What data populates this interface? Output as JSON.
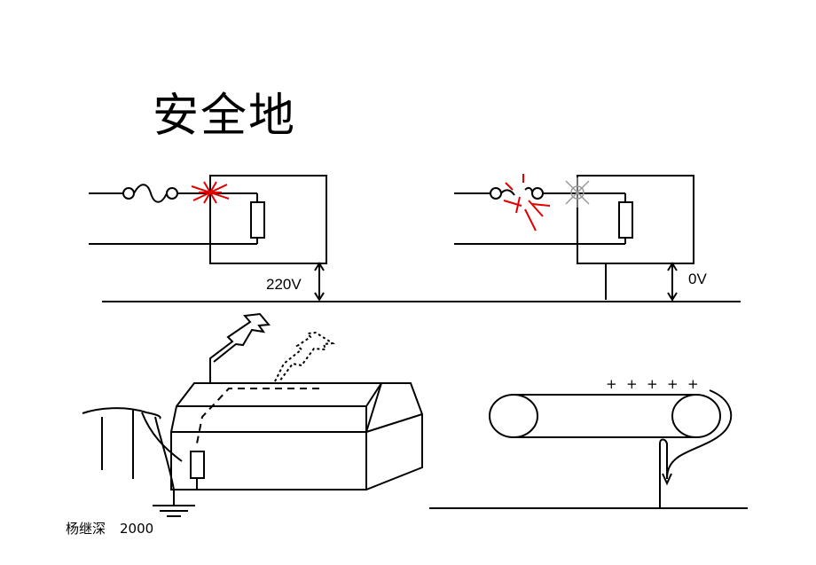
{
  "title": "安全地",
  "labels": {
    "left_voltage": "220V",
    "right_voltage": "0V",
    "charges": [
      "+",
      "+",
      "+",
      "+",
      "+"
    ]
  },
  "author": {
    "name": "杨继深",
    "year": "2000"
  },
  "colors": {
    "line": "#000000",
    "spark": "#e00000",
    "spark_gray": "#999999"
  }
}
